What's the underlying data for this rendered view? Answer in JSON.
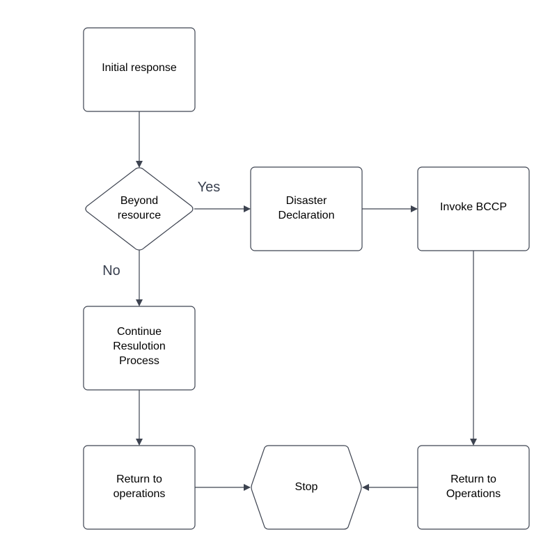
{
  "diagram": {
    "nodes": {
      "initial_response": {
        "lines": [
          "Initial response"
        ]
      },
      "beyond_resource": {
        "lines": [
          "Beyond",
          "resource"
        ]
      },
      "disaster_declaration": {
        "lines": [
          "Disaster",
          "Declaration"
        ]
      },
      "invoke_bccp": {
        "lines": [
          "Invoke BCCP"
        ]
      },
      "continue_resolution": {
        "lines": [
          "Continue",
          "Resulotion",
          "Process"
        ]
      },
      "return_operations_left": {
        "lines": [
          "Return to",
          "operations"
        ]
      },
      "stop": {
        "lines": [
          "Stop"
        ]
      },
      "return_operations_right": {
        "lines": [
          "Return to",
          "Operations"
        ]
      }
    },
    "edge_labels": {
      "yes": "Yes",
      "no": "No"
    },
    "colors": {
      "node_stroke": "#3d4350",
      "node_fill": "#ffffff",
      "edge": "#3d4350",
      "edge_label": "#3a4150"
    }
  }
}
